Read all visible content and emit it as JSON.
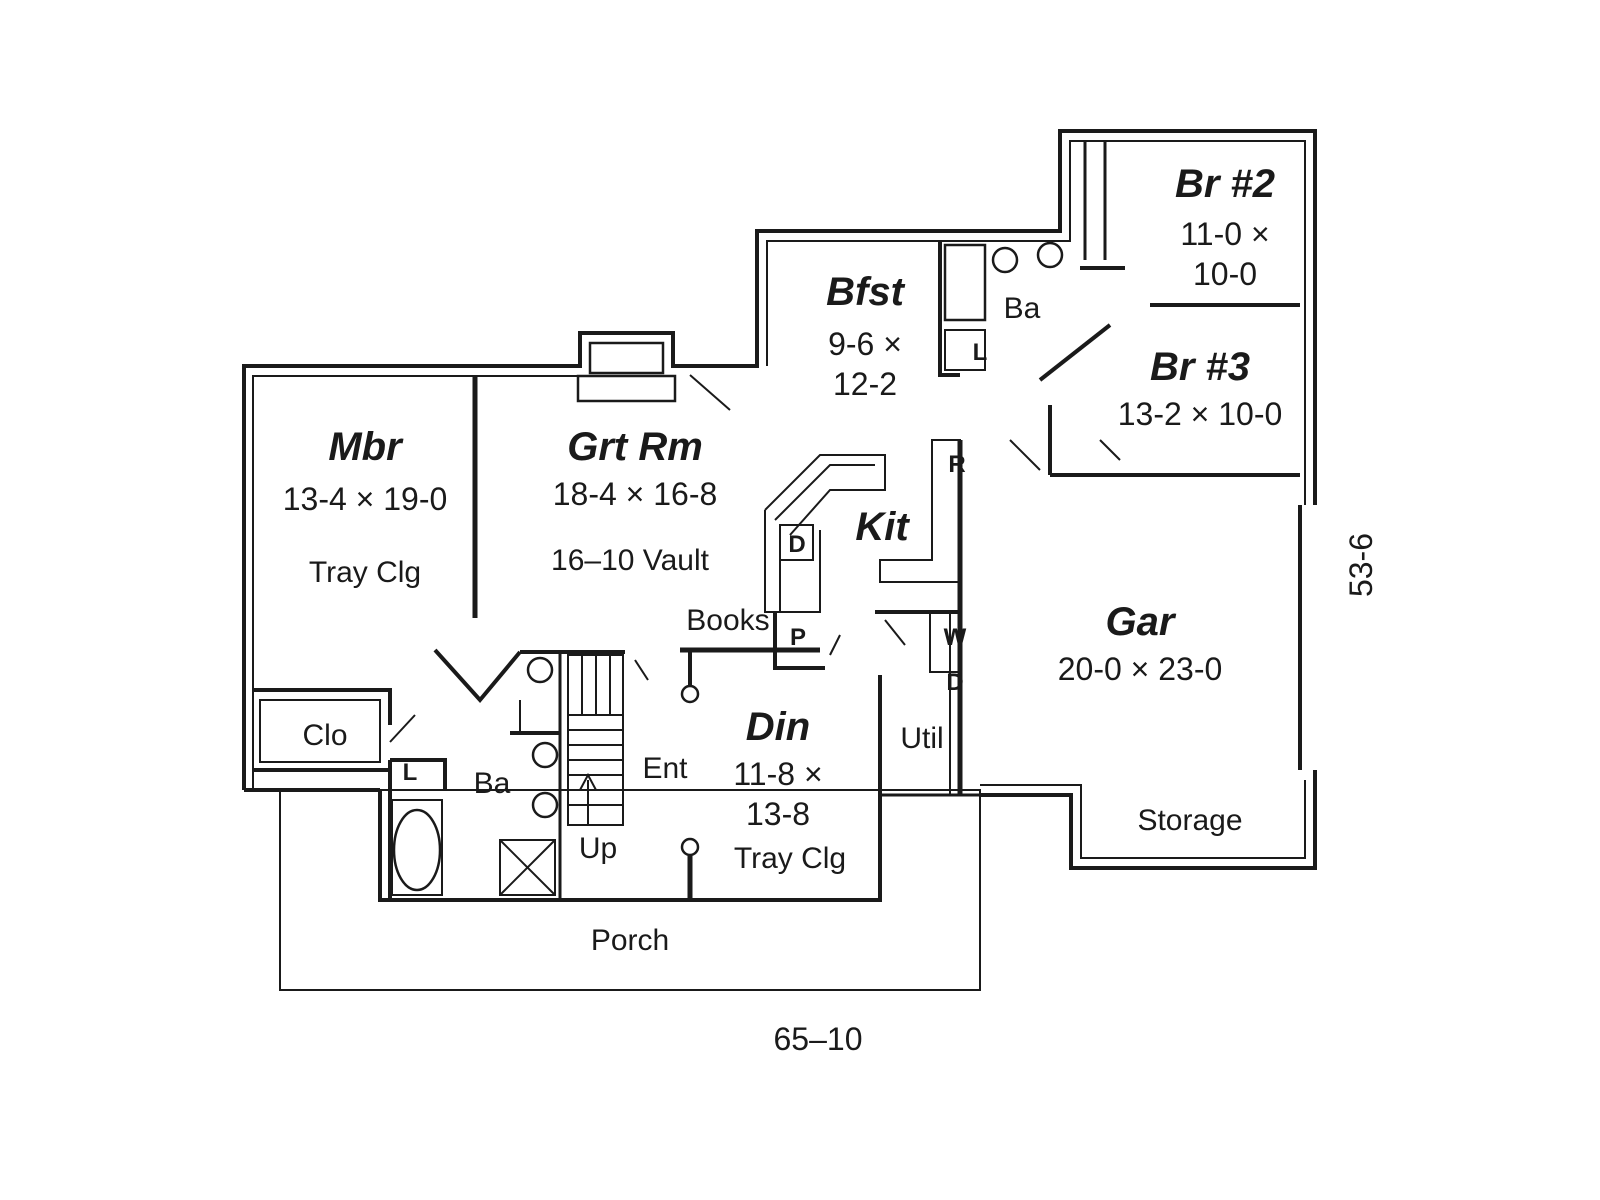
{
  "rooms": {
    "mbr": {
      "name": "Mbr",
      "size": "13-4 × 19-0",
      "note": "Tray Clg"
    },
    "grt_rm": {
      "name": "Grt Rm",
      "size": "18-4 × 16-8",
      "note": "16–10 Vault"
    },
    "bfst": {
      "name": "Bfst",
      "size_line1": "9-6 ×",
      "size_line2": "12-2"
    },
    "kit": {
      "name": "Kit"
    },
    "br2": {
      "name": "Br #2",
      "size_line1": "11-0 ×",
      "size_line2": "10-0"
    },
    "br3": {
      "name": "Br #3",
      "size": "13-2 × 10-0"
    },
    "gar": {
      "name": "Gar",
      "size": "20-0 × 23-0"
    },
    "din": {
      "name": "Din",
      "size_line1": "11-8 ×",
      "size_line2": "13-8",
      "note": "Tray Clg"
    },
    "ba_upper": {
      "name": "Ba"
    },
    "ba_lower": {
      "name": "Ba"
    },
    "clo": {
      "name": "Clo"
    },
    "ent": {
      "name": "Ent"
    },
    "up": {
      "name": "Up"
    },
    "util": {
      "name": "Util"
    },
    "books": {
      "name": "Books"
    },
    "storage": {
      "name": "Storage"
    },
    "porch": {
      "name": "Porch"
    }
  },
  "fixture_labels": {
    "laundry_upper": "L",
    "laundry_lower": "L",
    "refrigerator": "R",
    "dishwasher": "D",
    "pantry": "P",
    "washer": "W",
    "dryer": "D"
  },
  "overall_dimensions": {
    "width": "65–10",
    "depth": "53-6"
  }
}
